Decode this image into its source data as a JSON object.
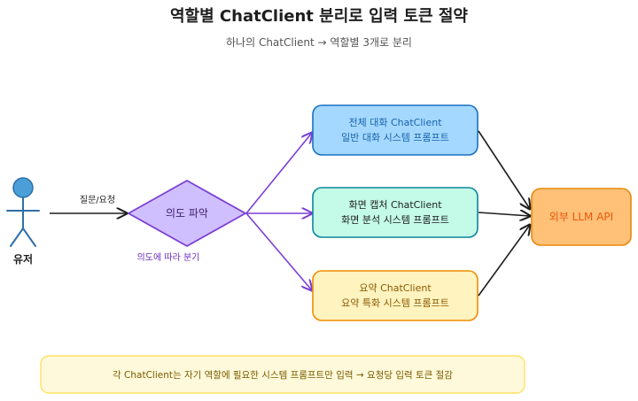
{
  "title": "역할별 ChatClient 분리로 입력 토큰 절약",
  "subtitle": "하나의 ChatClient → 역할별 3개로 분리",
  "actor": {
    "label": "유저"
  },
  "edge_label_request": "질문/요청",
  "decision": {
    "label": "의도 파악",
    "caption": "의도에 따라 분기"
  },
  "clients": [
    {
      "line1": "전체 대화 ChatClient",
      "line2": "일반 대화 시스템 프롬프트"
    },
    {
      "line1": "화면 캡처 ChatClient",
      "line2": "화면 분석 시스템 프롬프트"
    },
    {
      "line1": "요약 ChatClient",
      "line2": "요약 특화 시스템 프롬프트"
    }
  ],
  "external": {
    "label": "외부 LLM API"
  },
  "footer_note": "각 ChatClient는 자기 역할에 필요한 시스템 프롬프트만 입력 → 요청당 입력 토큰 절감",
  "colors": {
    "actor": "#4a9fd8",
    "decision_fill": "#d0bfff",
    "decision_stroke": "#7b3fd6",
    "client1_fill": "#a5d8ff",
    "client1_stroke": "#1971c2",
    "client2_fill": "#c3fae8",
    "client2_stroke": "#0c8599",
    "client3_fill": "#fff3bf",
    "client3_stroke": "#f08c00",
    "external_fill": "#ffc078",
    "external_stroke": "#e8890c",
    "footer_fill": "#fff9db",
    "footer_stroke": "#ffe066"
  }
}
